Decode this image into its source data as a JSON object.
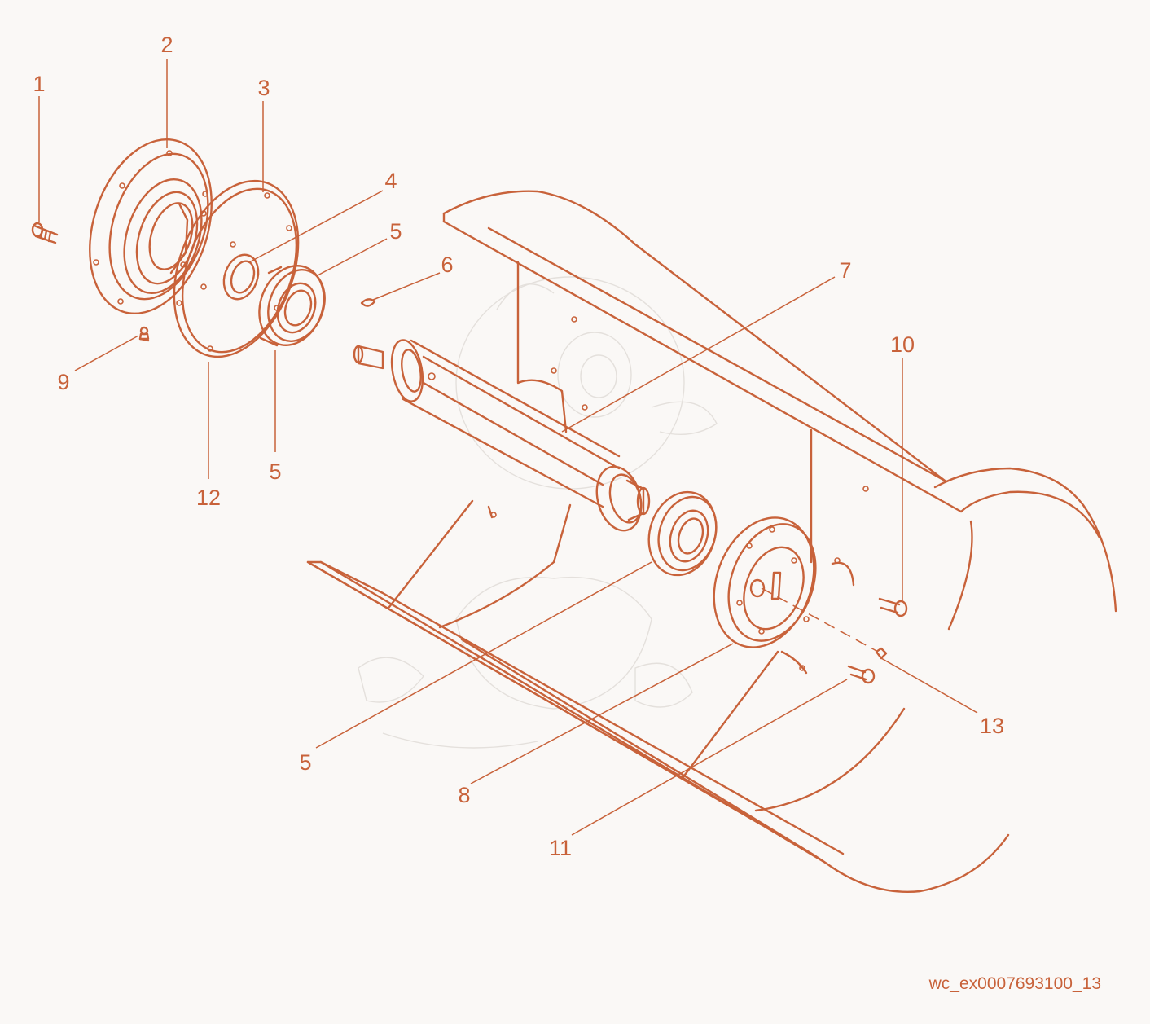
{
  "drawing": {
    "code": "wc_ex0007693100_13",
    "colors": {
      "line": "#c8623a",
      "background": "#faf8f6",
      "watermark": "#e4e0dc"
    },
    "callouts": [
      {
        "id": "c1",
        "num": "1"
      },
      {
        "id": "c2",
        "num": "2"
      },
      {
        "id": "c3",
        "num": "3"
      },
      {
        "id": "c4",
        "num": "4"
      },
      {
        "id": "c5a",
        "num": "5"
      },
      {
        "id": "c6",
        "num": "6"
      },
      {
        "id": "c7",
        "num": "7"
      },
      {
        "id": "c5b",
        "num": "5"
      },
      {
        "id": "c9",
        "num": "9"
      },
      {
        "id": "c10",
        "num": "10"
      },
      {
        "id": "c12",
        "num": "12"
      },
      {
        "id": "c5c",
        "num": "5"
      },
      {
        "id": "c8",
        "num": "8"
      },
      {
        "id": "c13",
        "num": "13"
      },
      {
        "id": "c11",
        "num": "11"
      }
    ]
  }
}
